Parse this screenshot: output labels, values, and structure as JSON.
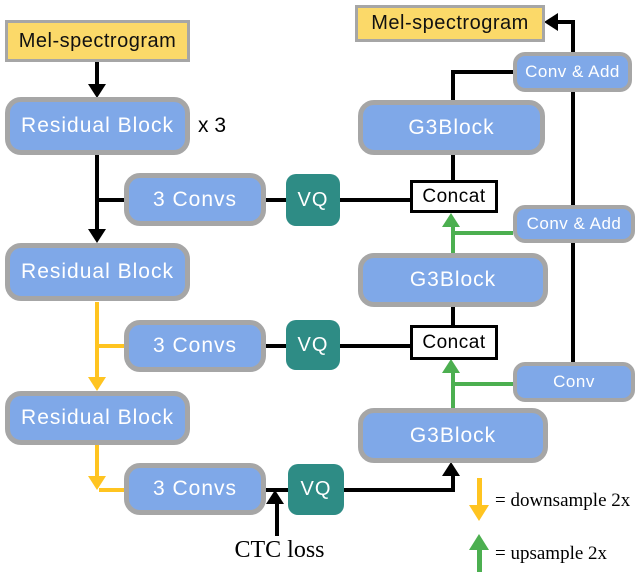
{
  "diagram": {
    "title_hint": "VQ hierarchical mel-spectrogram encoder-decoder architecture",
    "colors": {
      "blue": "#7FA8E8",
      "teal": "#2E8C85",
      "yellow_box": "#FBD969",
      "border_gray": "#A6A6A6",
      "arrow_yellow": "#FFC420",
      "arrow_green": "#4CAF50",
      "line_black": "#000000"
    },
    "nodes": {
      "mel_left": "Mel-spectrogram",
      "mel_right": "Mel-spectrogram",
      "res1": "Residual Block",
      "res2": "Residual Block",
      "res3": "Residual Block",
      "convs1": "3 Convs",
      "convs2": "3 Convs",
      "convs3": "3 Convs",
      "vq1": "VQ",
      "vq2": "VQ",
      "vq3": "VQ",
      "g3b1": "G3Block",
      "g3b2": "G3Block",
      "g3b3": "G3Block",
      "concat1": "Concat",
      "concat2": "Concat",
      "convadd1": "Conv & Add",
      "convadd2": "Conv & Add",
      "conv": "Conv"
    },
    "annotations": {
      "multiplier": "x 3",
      "ctc": "CTC loss"
    },
    "legend": {
      "downsample": "= downsample 2x",
      "upsample": "= upsample 2x"
    }
  }
}
